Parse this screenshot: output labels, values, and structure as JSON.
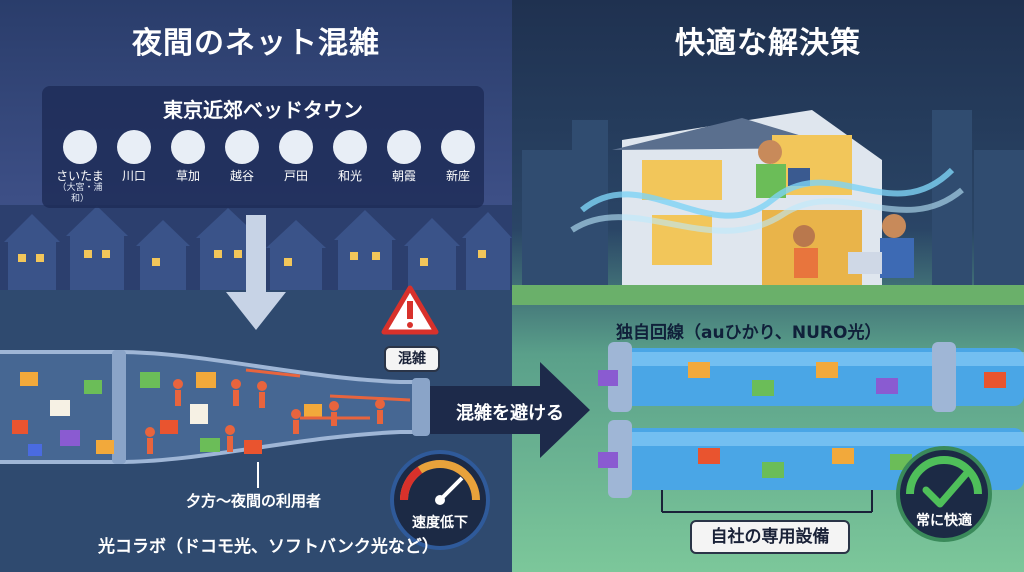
{
  "left": {
    "title": "夜間のネット混雑",
    "bedtown_title": "東京近郊ベッドタウン",
    "cities": [
      {
        "name": "さいたま",
        "sub": "（大宮・浦和）"
      },
      {
        "name": "川口",
        "sub": ""
      },
      {
        "name": "草加",
        "sub": ""
      },
      {
        "name": "越谷",
        "sub": ""
      },
      {
        "name": "戸田",
        "sub": ""
      },
      {
        "name": "和光",
        "sub": ""
      },
      {
        "name": "朝霞",
        "sub": ""
      },
      {
        "name": "新座",
        "sub": ""
      }
    ],
    "warning_label": "混雑",
    "users_label": "夕方〜夜間の利用者",
    "gauge_label": "速度低下",
    "collab_label": "光コラボ（ドコモ光、ソフトバンク光など）"
  },
  "center": {
    "arrow_label": "混雑を避ける"
  },
  "right": {
    "title": "快適な解決策",
    "lines_label": "独自回線（auひかり、NURO光）",
    "own_facility_label": "自社の専用設備",
    "gauge_label": "常に快適"
  },
  "colors": {
    "left_bg": "#2b4368",
    "right_bg": "#7cc79a",
    "warning_red": "#d8312b",
    "pipe_blue": "#4aa6e6",
    "check_green": "#4fbf5a"
  }
}
